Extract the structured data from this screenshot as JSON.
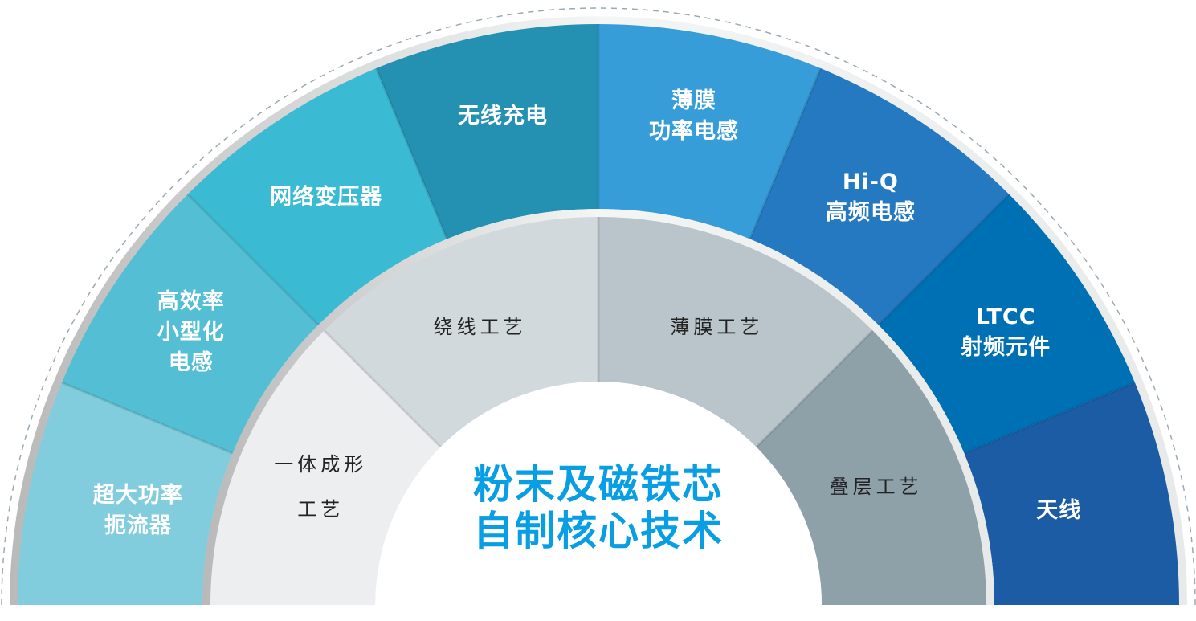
{
  "diagram": {
    "type": "semicircular-ring-diagram",
    "center_title": {
      "line1": "粉末及磁铁芯",
      "line2": "自制核心技术",
      "color": "#079ee3"
    },
    "inner_ring": {
      "segments": [
        {
          "lines": [
            "一体成形",
            "工艺"
          ],
          "color": "#edeef0"
        },
        {
          "lines": [
            "绕线工艺"
          ],
          "color": "#d1d9dc"
        },
        {
          "lines": [
            "薄膜工艺"
          ],
          "color": "#b9c5ca"
        },
        {
          "lines": [
            "叠层工艺"
          ],
          "color": "#8ea1a9"
        }
      ]
    },
    "outer_ring": {
      "segments": [
        {
          "lines": [
            "超大功率",
            "扼流器"
          ],
          "color": "#82cddd"
        },
        {
          "lines": [
            "高效率",
            "小型化",
            "电感"
          ],
          "color": "#54bfd4"
        },
        {
          "lines": [
            "网络变压器"
          ],
          "color": "#3bbbd3"
        },
        {
          "lines": [
            "无线充电"
          ],
          "color": "#2491b2"
        },
        {
          "lines": [
            "薄膜",
            "功率电感"
          ],
          "color": "#369dd8"
        },
        {
          "lines": [
            "Hi-Q",
            "高频电感"
          ],
          "color": "#2479c0"
        },
        {
          "lines": [
            "LTCC",
            "射频元件"
          ],
          "color": "#0070b5"
        },
        {
          "lines": [
            "天线"
          ],
          "color": "#1b5ca5"
        }
      ]
    }
  }
}
